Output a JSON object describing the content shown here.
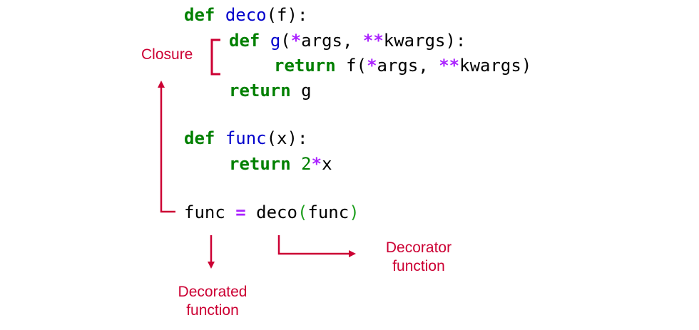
{
  "code": {
    "line1": {
      "kw": "def",
      "fn": "deco",
      "rest": "(f):"
    },
    "line2": {
      "kw": "def",
      "fn": "g",
      "p1": "(",
      "op1": "*",
      "a1": "args, ",
      "op2": "**",
      "a2": "kwargs):"
    },
    "line3": {
      "kw": "return",
      "t1": " f(",
      "op1": "*",
      "a1": "args, ",
      "op2": "**",
      "a2": "kwargs)"
    },
    "line4": {
      "kw": "return",
      "rest": " g"
    },
    "line5": {
      "kw": "def",
      "fn": "func",
      "rest": "(x):"
    },
    "line6": {
      "kw": "return",
      "num": " 2",
      "op": "*",
      "rest": "x"
    },
    "line7": {
      "t1": "func ",
      "op": "=",
      "t2": " deco",
      "p1": "(",
      "t3": "func",
      "p2": ")"
    }
  },
  "annotations": {
    "closure": "Closure",
    "decorator_line1": "Decorator",
    "decorator_line2": "function",
    "decorated_line1": "Decorated",
    "decorated_line2": "function"
  },
  "colors": {
    "annotation": "#cc0033",
    "keyword": "#008000",
    "function_name": "#0000cc",
    "operator": "#aa22ff"
  }
}
